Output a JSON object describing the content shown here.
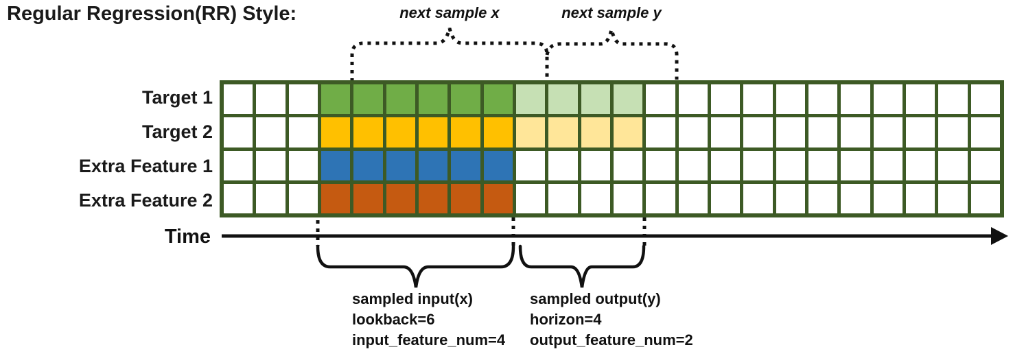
{
  "title": "Regular Regression(RR) Style:",
  "colors": {
    "grid_border": "#3D5A25",
    "cell_bg": "#FFFFFF",
    "target1": "#70AD47",
    "target1_light": "#C6E0B4",
    "target2": "#FFC000",
    "target2_light": "#FFE699",
    "extra1": "#2E74B5",
    "extra2": "#C55A11",
    "line_black": "#111111"
  },
  "grid": {
    "columns": 24,
    "rows": [
      {
        "label": "Target 1",
        "segments": [
          {
            "start": 4,
            "end": 9,
            "color_key": "target1"
          },
          {
            "start": 10,
            "end": 13,
            "color_key": "target1_light"
          }
        ]
      },
      {
        "label": "Target 2",
        "segments": [
          {
            "start": 4,
            "end": 9,
            "color_key": "target2"
          },
          {
            "start": 10,
            "end": 13,
            "color_key": "target2_light"
          }
        ]
      },
      {
        "label": "Extra Feature 1",
        "segments": [
          {
            "start": 4,
            "end": 9,
            "color_key": "extra1"
          }
        ]
      },
      {
        "label": "Extra Feature 2",
        "segments": [
          {
            "start": 4,
            "end": 9,
            "color_key": "extra2"
          }
        ]
      }
    ]
  },
  "annotations": {
    "next_sample_x": "next sample x",
    "next_sample_y": "next sample y",
    "time_label": "Time",
    "sampled_input": {
      "line1": "sampled input(x)",
      "line2": "lookback=6",
      "line3": "input_feature_num=4"
    },
    "sampled_output": {
      "line1": "sampled output(y)",
      "line2": "horizon=4",
      "line3": "output_feature_num=2"
    }
  }
}
